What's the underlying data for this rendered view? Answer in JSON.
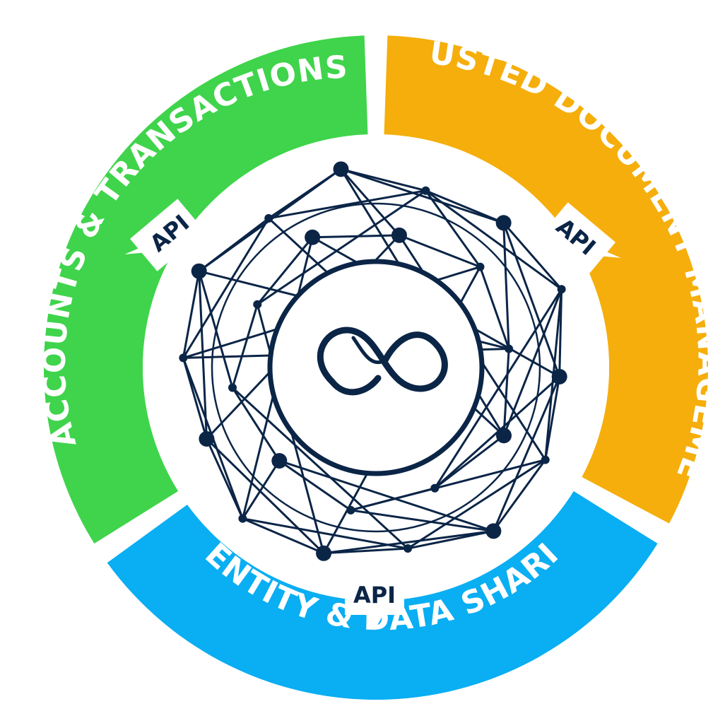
{
  "segments": [
    {
      "id": "accounts",
      "label": "ACCOUNTS & TRANSACTIONS",
      "color": "#3fd44b"
    },
    {
      "id": "documents",
      "label": "TRUSTED DOCUMENT MANAGEMENT",
      "color": "#f5ae0b"
    },
    {
      "id": "identity",
      "label": "IDENTITY & DATA SHARING",
      "color": "#0aaef2"
    }
  ],
  "api_tags": [
    {
      "id": "api-accounts",
      "label": "API"
    },
    {
      "id": "api-documents",
      "label": "API"
    },
    {
      "id": "api-identity",
      "label": "API"
    }
  ],
  "colors": {
    "network": "#0b2547",
    "background": "#ffffff",
    "tag_fill": "#ffffff"
  },
  "icons": {
    "center_logo": "infinity-knot-logo",
    "network": "mesh-network-graphic"
  }
}
